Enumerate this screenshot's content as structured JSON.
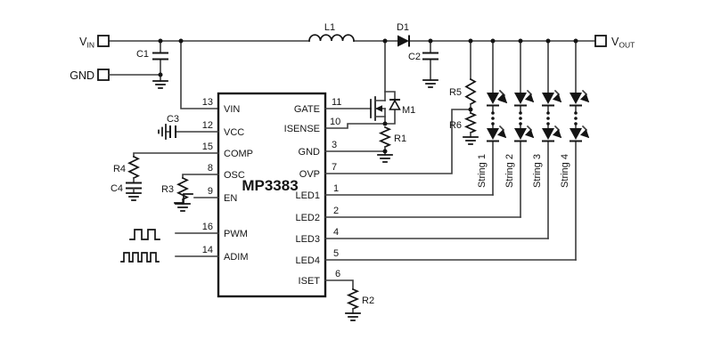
{
  "diagram": {
    "type": "circuit-schematic",
    "subject": "MP3383 boost LED driver application circuit"
  },
  "ic": {
    "name": "MP3383",
    "left_pins": [
      {
        "num": "13",
        "name": "VIN"
      },
      {
        "num": "12",
        "name": "VCC"
      },
      {
        "num": "15",
        "name": "COMP"
      },
      {
        "num": "8",
        "name": "OSC"
      },
      {
        "num": "9",
        "name": "EN"
      },
      {
        "num": "16",
        "name": "PWM"
      },
      {
        "num": "14",
        "name": "ADIM"
      }
    ],
    "right_pins": [
      {
        "num": "11",
        "name": "GATE"
      },
      {
        "num": "10",
        "name": "ISENSE"
      },
      {
        "num": "3",
        "name": "GND"
      },
      {
        "num": "7",
        "name": "OVP"
      },
      {
        "num": "1",
        "name": "LED1"
      },
      {
        "num": "2",
        "name": "LED2"
      },
      {
        "num": "4",
        "name": "LED3"
      },
      {
        "num": "5",
        "name": "LED4"
      },
      {
        "num": "6",
        "name": "ISET"
      }
    ]
  },
  "terminals": {
    "vin": {
      "base": "V",
      "sub": "IN"
    },
    "gnd": "GND",
    "vout": {
      "base": "V",
      "sub": "OUT"
    }
  },
  "components": {
    "l1": "L1",
    "d1": "D1",
    "m1": "M1",
    "c1": "C1",
    "c2": "C2",
    "c3": "C3",
    "c4": "C4",
    "r1": "R1",
    "r2": "R2",
    "r3": "R3",
    "r4": "R4",
    "r5": "R5",
    "r6": "R6"
  },
  "strings": [
    "String 1",
    "String 2",
    "String 3",
    "String 4"
  ],
  "colors": {
    "wire": "#3d3d3d",
    "ink": "#141414",
    "background": "#ffffff"
  }
}
